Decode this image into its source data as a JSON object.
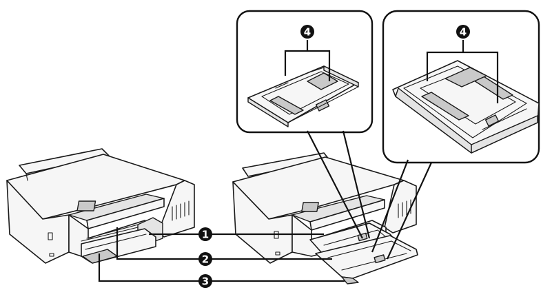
{
  "callouts": {
    "c1": "1",
    "c2": "2",
    "c3": "3",
    "c4_left_inset": "4",
    "c4_right_inset": "4"
  },
  "colors": {
    "line": "#1a1a1a",
    "callout_fill": "#111111",
    "callout_text": "#ffffff",
    "background": "#ffffff"
  }
}
